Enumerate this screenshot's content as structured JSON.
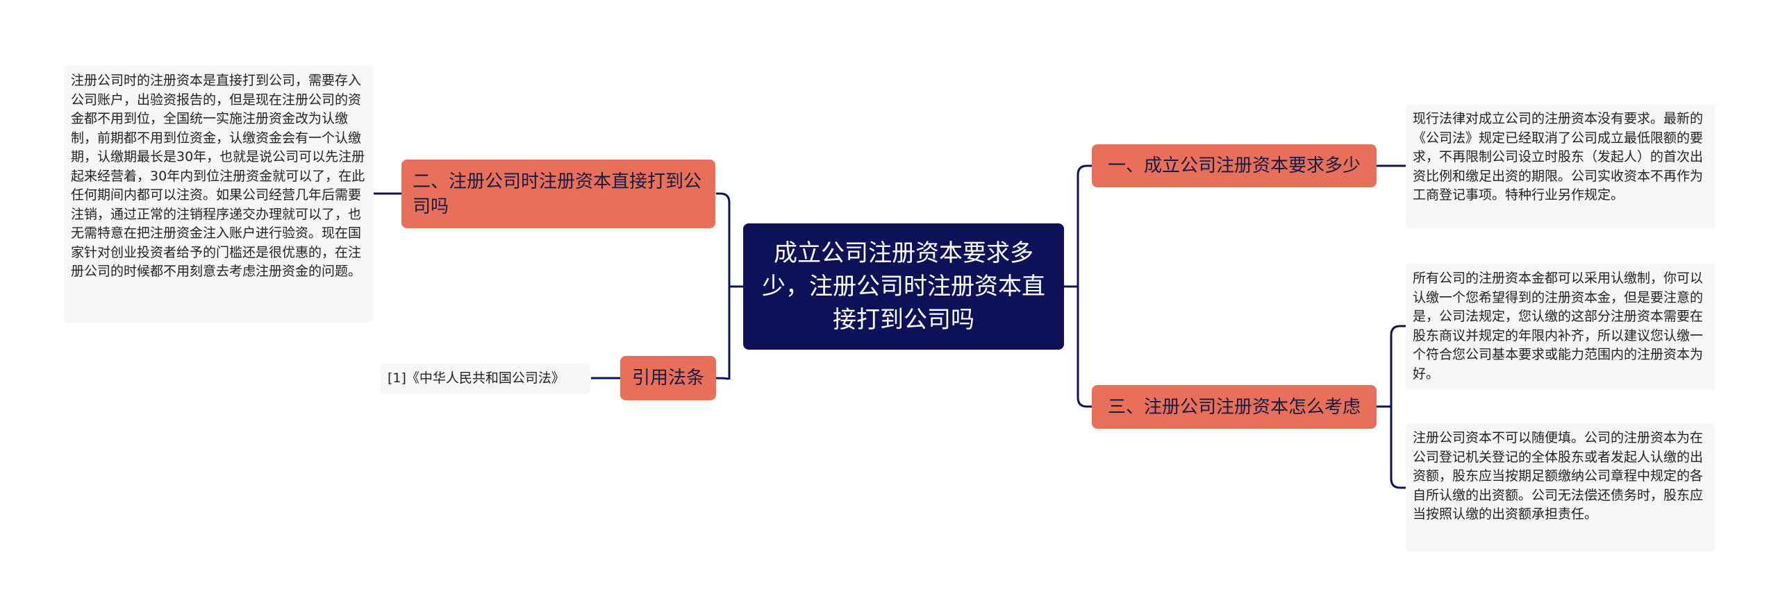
{
  "root": {
    "text": "成立公司注册资本要求多少，注册公司时注册资本直接打到公司吗"
  },
  "branches": {
    "b1": "一、成立公司注册资本要求多少",
    "b2": "二、注册公司时注册资本直接打到公司吗",
    "b3": "三、注册公司注册资本怎么考虑",
    "b4": "引用法条"
  },
  "leaves": {
    "l1": "现行法律对成立公司的注册资本没有要求。最新的《公司法》规定已经取消了公司成立最低限额的要求，不再限制公司设立时股东（发起人）的首次出资比例和缴足出资的期限。公司实收资本不再作为工商登记事项。特种行业另作规定。",
    "l2": "注册公司时的注册资本是直接打到公司，需要存入公司账户，出验资报告的，但是现在注册公司的资金都不用到位，全国统一实施注册资金改为认缴制，前期都不用到位资金，认缴资金会有一个认缴期，认缴期最长是30年，也就是说公司可以先注册起来经营着，30年内到位注册资金就可以了，在此任何期间内都可以注资。如果公司经营几年后需要注销，通过正常的注销程序递交办理就可以了，也无需特意在把注册资金注入账户进行验资。现在国家针对创业投资者给予的门槛还是很优惠的，在注册公司的时候都不用刻意去考虑注册资金的问题。",
    "l3a": "所有公司的注册资本金都可以采用认缴制，你可以认缴一个您希望得到的注册资本金，但是要注意的是，公司法规定，您认缴的这部分注册资本需要在股东商议并规定的年限内补齐，所以建议您认缴一个符合您公司基本要求或能力范围内的注册资本为好。",
    "l3b": "注册公司资本不可以随便填。公司的注册资本为在公司登记机关登记的全体股东或者发起人认缴的出资额，股东应当按期足额缴纳公司章程中规定的各自所认缴的出资额。公司无法偿还债务时，股东应当按照认缴的出资额承担责任。",
    "l4": "[1]《中华人民共和国公司法》"
  },
  "colors": {
    "root": "#0c1158",
    "branch": "#e8705a",
    "leaf": "#f6f6f6",
    "connector": "#0c1158"
  }
}
